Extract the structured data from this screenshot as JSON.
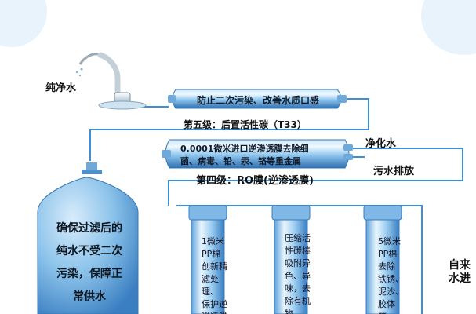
{
  "faucet_label": "纯净水",
  "stage5": {
    "filter_text": "防止二次污染、改善水质口感",
    "stage_label": "第五级：后置活性碳（T33）"
  },
  "stage4": {
    "filter_text_line1": "0.0001微米进口逆渗透膜去除细",
    "filter_text_line2": "菌、病毒、铅、汞、铬等重金属",
    "stage_label": "第四级：RO膜(逆渗透膜)"
  },
  "outputs": {
    "purified": "净化水",
    "waste": "污水排放"
  },
  "tank": {
    "text": "确保过滤后的\n纯水不受二次\n污染，保障正\n常供水"
  },
  "cartridges": [
    {
      "text": "1微米\nPP棉\n创新精\n滤处理、\n保护逆\n渗透膜"
    },
    {
      "text": "压缩活\n性碳棒\n吸附异\n色、异\n味，去\n除有机\n物"
    },
    {
      "text": "5微米\nPP棉\n去除\n铁锈、\n泥沙、\n胶体\n等"
    }
  ],
  "inlet_label": "自来\n水进",
  "colors": {
    "pipe": "#3d8fd6",
    "filter_body": "#8fc6ee",
    "filter_highlight": "#e9f5fd",
    "filter_shadow": "#2f6fb1",
    "tank_body": "#7bb8e5"
  }
}
